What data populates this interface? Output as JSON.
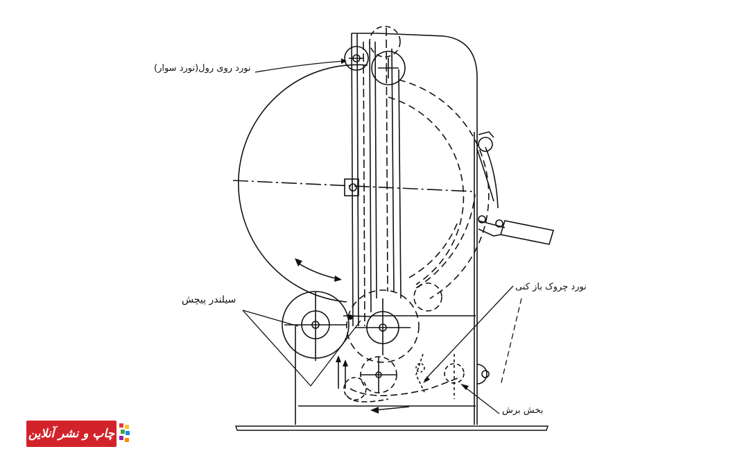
{
  "labels": {
    "rider_roller": "نورد روی رول(نورد سوار)",
    "reversing_roller": "نورد چروک باز کنی",
    "winding_cylinders": "سیلندر پیچش",
    "cutting_section": "بخش برش"
  },
  "logo": {
    "text": "چاپ و نشر آنلاین",
    "box_color": "#d3232a",
    "square_colors": [
      "#e53935",
      "#fbc02d",
      "#43a047",
      "#1e88e5",
      "#8e24aa",
      "#fb8c00"
    ]
  },
  "colors": {
    "line": "#111111"
  }
}
